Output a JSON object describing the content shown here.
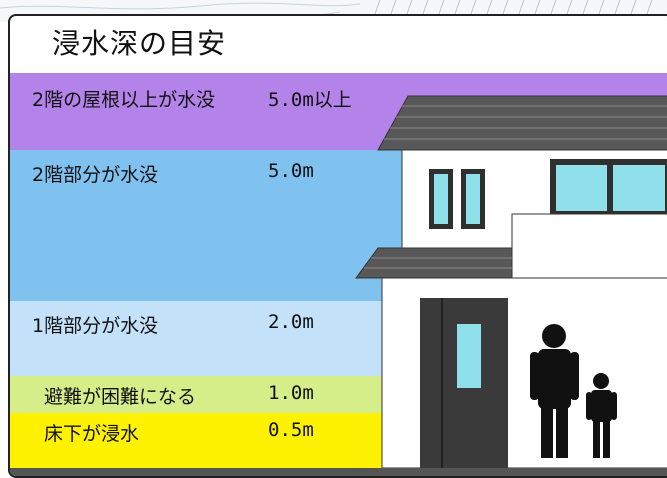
{
  "title": "浸水深の目安",
  "levels": [
    {
      "label": "2階の屋根以上が水没",
      "depth": "5.0m以上",
      "color": "#b483ea"
    },
    {
      "label": "2階部分が水没",
      "depth": "5.0m",
      "color": "#7fc2f0"
    },
    {
      "label": "1階部分が水没",
      "depth": "2.0m",
      "color": "#c4e1fa"
    },
    {
      "label": "避難が困難になる",
      "depth": "1.0m",
      "color": "#d6ee8a"
    },
    {
      "label": "床下が浸水",
      "depth": "0.5m",
      "color": "#fff200"
    }
  ]
}
